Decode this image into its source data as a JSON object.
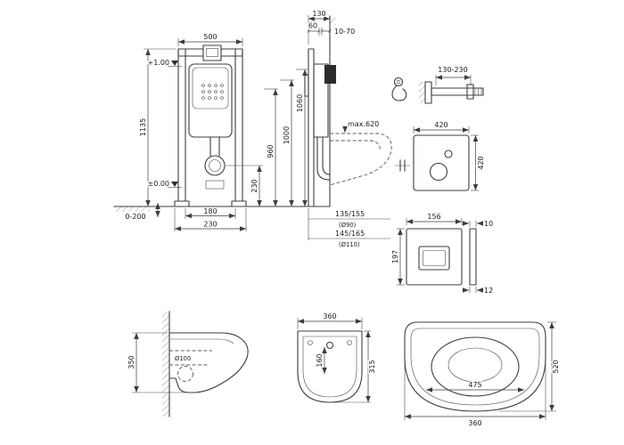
{
  "page": {
    "background": "#ffffff",
    "line_color": "#3d3d3d"
  },
  "front_view": {
    "width": "500",
    "height": "1135",
    "upper_level": "+1.00",
    "floor_level": "±0.00",
    "foot_adjust": "0-200",
    "foot_spacing": "180",
    "base_depth": "230",
    "outlet_height": "230",
    "h960": "960",
    "h1000": "1000",
    "h1060": "1060"
  },
  "side_view": {
    "depth": "130",
    "front_depth": "60",
    "wall_gap": "10-70",
    "bowl_depth_max": "max.620",
    "outlet_a": "135/155",
    "outlet_a_dia": "(Ø90)",
    "outlet_b": "145/165",
    "outlet_b_dia": "(Ø110)"
  },
  "bracket_detail": {
    "range": "130-230"
  },
  "sound_set": {
    "width": "420",
    "height": "420"
  },
  "flush_plate": {
    "width": "156",
    "height": "197",
    "thickness_top": "10",
    "thickness_bottom": "12"
  },
  "bowl_side": {
    "height": "350",
    "drain_dia": "Ø100"
  },
  "bowl_top_small": {
    "width": "360",
    "depth": "315",
    "inner": "160"
  },
  "bowl_top_large": {
    "depth": "520",
    "inner_width": "475",
    "width": "360"
  }
}
